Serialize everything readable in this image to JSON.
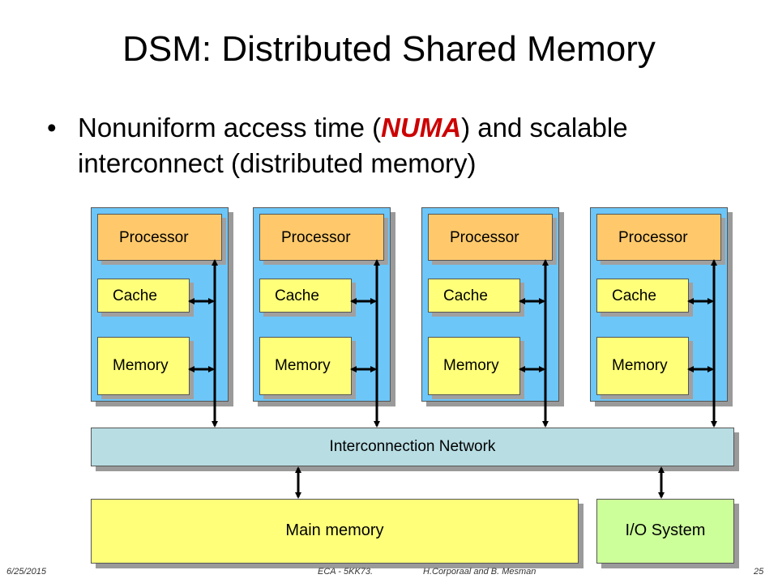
{
  "slide": {
    "title": "DSM: Distributed Shared Memory",
    "bullet_prefix": "Nonuniform access time (",
    "bullet_highlight": "NUMA",
    "bullet_suffix": ") and scalable interconnect (distributed memory)"
  },
  "diagram": {
    "nodes": [
      {
        "processor": "Processor",
        "cache": "Cache",
        "memory": "Memory"
      },
      {
        "processor": "Processor",
        "cache": "Cache",
        "memory": "Memory"
      },
      {
        "processor": "Processor",
        "cache": "Cache",
        "memory": "Memory"
      },
      {
        "processor": "Processor",
        "cache": "Cache",
        "memory": "Memory"
      }
    ],
    "network": "Interconnection Network",
    "main_memory": "Main memory",
    "io_system": "I/O System"
  },
  "footer": {
    "date": "6/25/2015",
    "course": "ECA - 5KK73.",
    "authors": "H.Corporaal and B. Mesman",
    "page": "25"
  },
  "colors": {
    "node_bg": "#6cc6f8",
    "processor": "#ffc96b",
    "cache_memory": "#ffff7a",
    "network": "#b8dde3",
    "io": "#ccff99",
    "highlight": "#cc0000"
  }
}
